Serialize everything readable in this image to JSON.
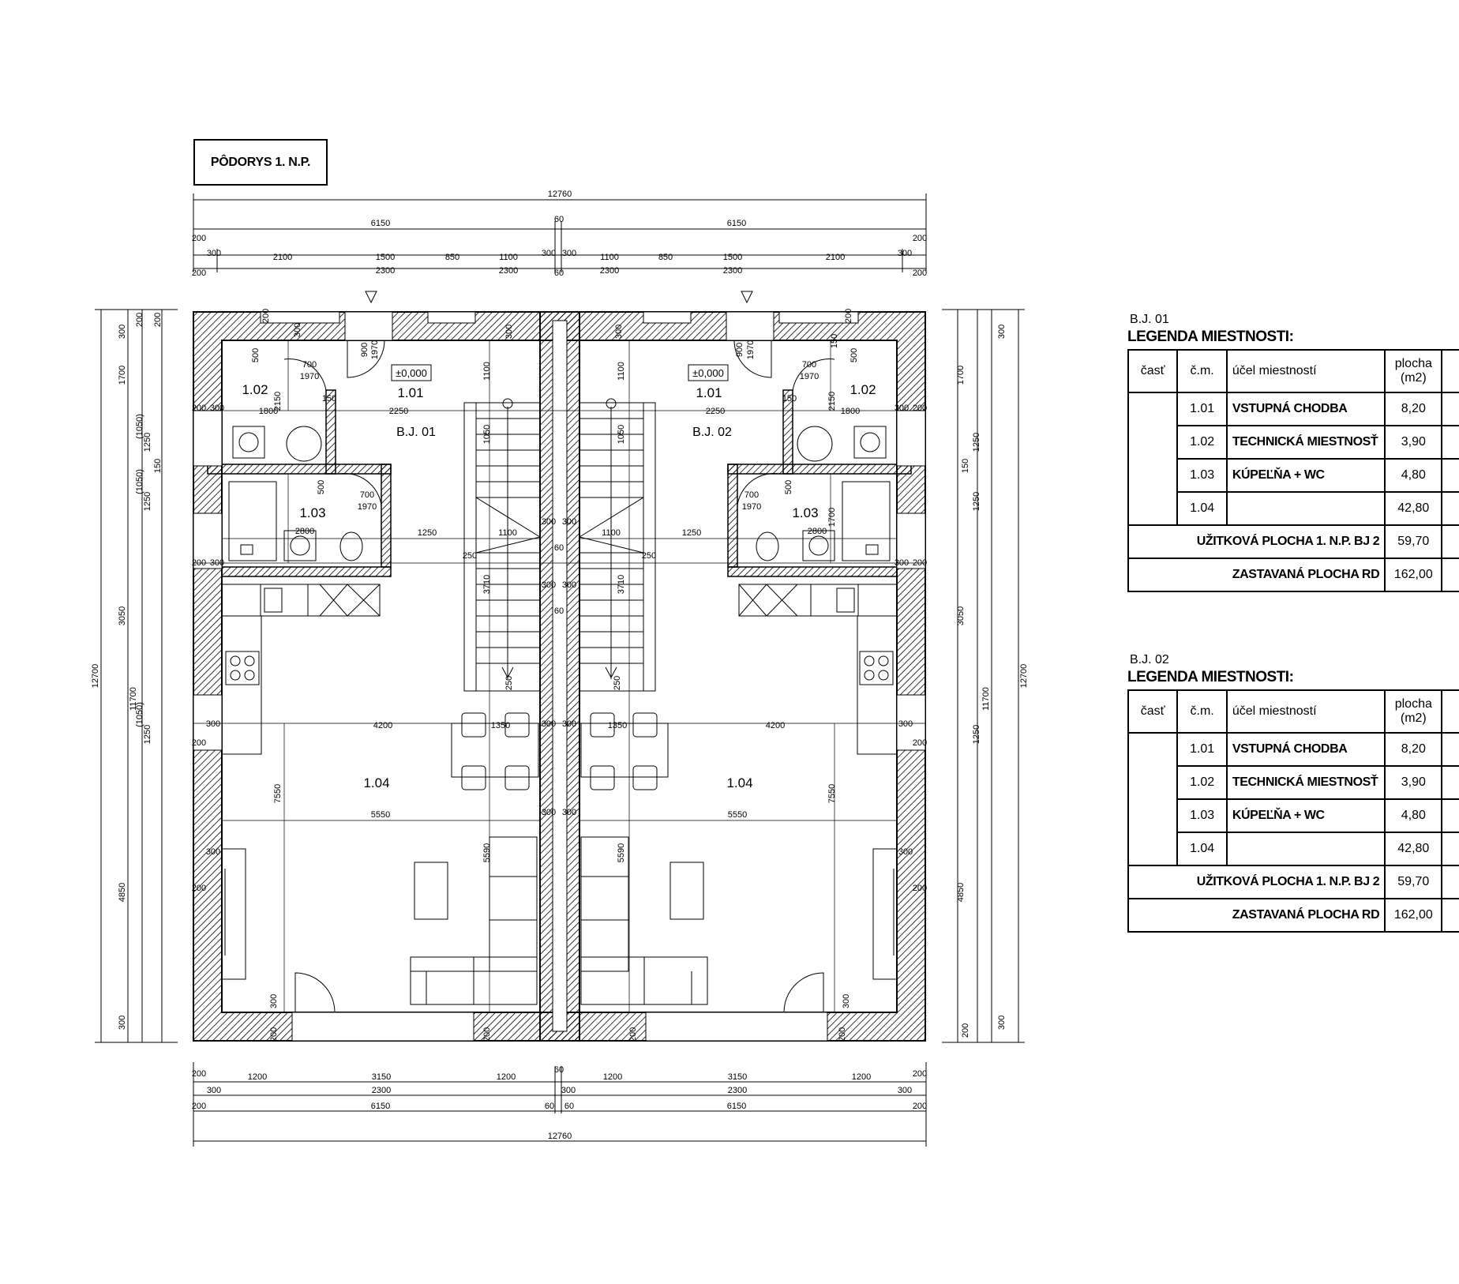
{
  "plan": {
    "title": "PÔDORYS 1. N.P.",
    "units": [
      "B.J. 01",
      "B.J. 02"
    ],
    "level_mark": "±0,000",
    "rooms": [
      "1.01",
      "1.02",
      "1.03",
      "1.04"
    ],
    "dims": {
      "total": "12760",
      "half": "6150",
      "mid": "60",
      "top_row": [
        "200",
        "300",
        "2100",
        "1500",
        "850",
        "1100",
        "300",
        "300",
        "1100",
        "850",
        "1500",
        "2100",
        "300",
        "200"
      ],
      "top_row2": [
        "200",
        "2300",
        "2300",
        "60",
        "2300",
        "2300",
        "200"
      ],
      "bottom_row": [
        "200",
        "1200",
        "3150",
        "1200",
        "60",
        "1200",
        "3150",
        "1200",
        "200"
      ],
      "bottom_row2": [
        "300",
        "2300",
        "300",
        "2300",
        "300"
      ],
      "bottom_row3": [
        "200",
        "6150",
        "60",
        "60",
        "6150",
        "200"
      ],
      "side_outer": "12700",
      "side_inner": "11700",
      "side_segments": [
        "300",
        "1700",
        "1250",
        "1250",
        "3050",
        "1250",
        "4850",
        "300"
      ],
      "side_aux": [
        "200",
        "200",
        "(1050)",
        "(1050)",
        "(1050)",
        "150",
        "150",
        "200"
      ],
      "internal": [
        "700",
        "1970",
        "500",
        "2150",
        "1800",
        "2250",
        "1100",
        "1050",
        "150",
        "300",
        "200",
        "2800",
        "1250",
        "1100",
        "250",
        "3710",
        "300",
        "60",
        "250",
        "4200",
        "1350",
        "7550",
        "5550",
        "5590",
        "300",
        "200",
        "900",
        "1970",
        "1700",
        "150",
        "250"
      ]
    }
  },
  "legends": [
    {
      "bj": "B.J. 01",
      "title": "LEGENDA MIESTNOSTI:",
      "headers": [
        "časť",
        "č.m.",
        "účel miestností",
        "plocha (m2)"
      ],
      "rows": [
        {
          "cm": "1.01",
          "name": "VSTUPNÁ CHODBA",
          "area": "8,20"
        },
        {
          "cm": "1.02",
          "name": "TECHNICKÁ MIESTNOSŤ",
          "area": "3,90"
        },
        {
          "cm": "1.03",
          "name": "KÚPEĽŇA + WC",
          "area": "4,80"
        },
        {
          "cm": "1.04",
          "name": "",
          "area": "42,80"
        }
      ],
      "totals": [
        {
          "label": "UŽITKOVÁ PLOCHA 1. N.P. BJ 2",
          "value": "59,70"
        },
        {
          "label": "ZASTAVANÁ PLOCHA RD",
          "value": "162,00"
        }
      ]
    },
    {
      "bj": "B.J. 02",
      "title": "LEGENDA MIESTNOSTI:",
      "headers": [
        "časť",
        "č.m.",
        "účel miestností",
        "plocha (m2)"
      ],
      "rows": [
        {
          "cm": "1.01",
          "name": "VSTUPNÁ CHODBA",
          "area": "8,20"
        },
        {
          "cm": "1.02",
          "name": "TECHNICKÁ MIESTNOSŤ",
          "area": "3,90"
        },
        {
          "cm": "1.03",
          "name": "KÚPEĽŇA + WC",
          "area": "4,80"
        },
        {
          "cm": "1.04",
          "name": "",
          "area": "42,80"
        }
      ],
      "totals": [
        {
          "label": "UŽITKOVÁ PLOCHA 1. N.P. BJ 2",
          "value": "59,70"
        },
        {
          "label": "ZASTAVANÁ PLOCHA RD",
          "value": "162,00"
        }
      ]
    }
  ]
}
